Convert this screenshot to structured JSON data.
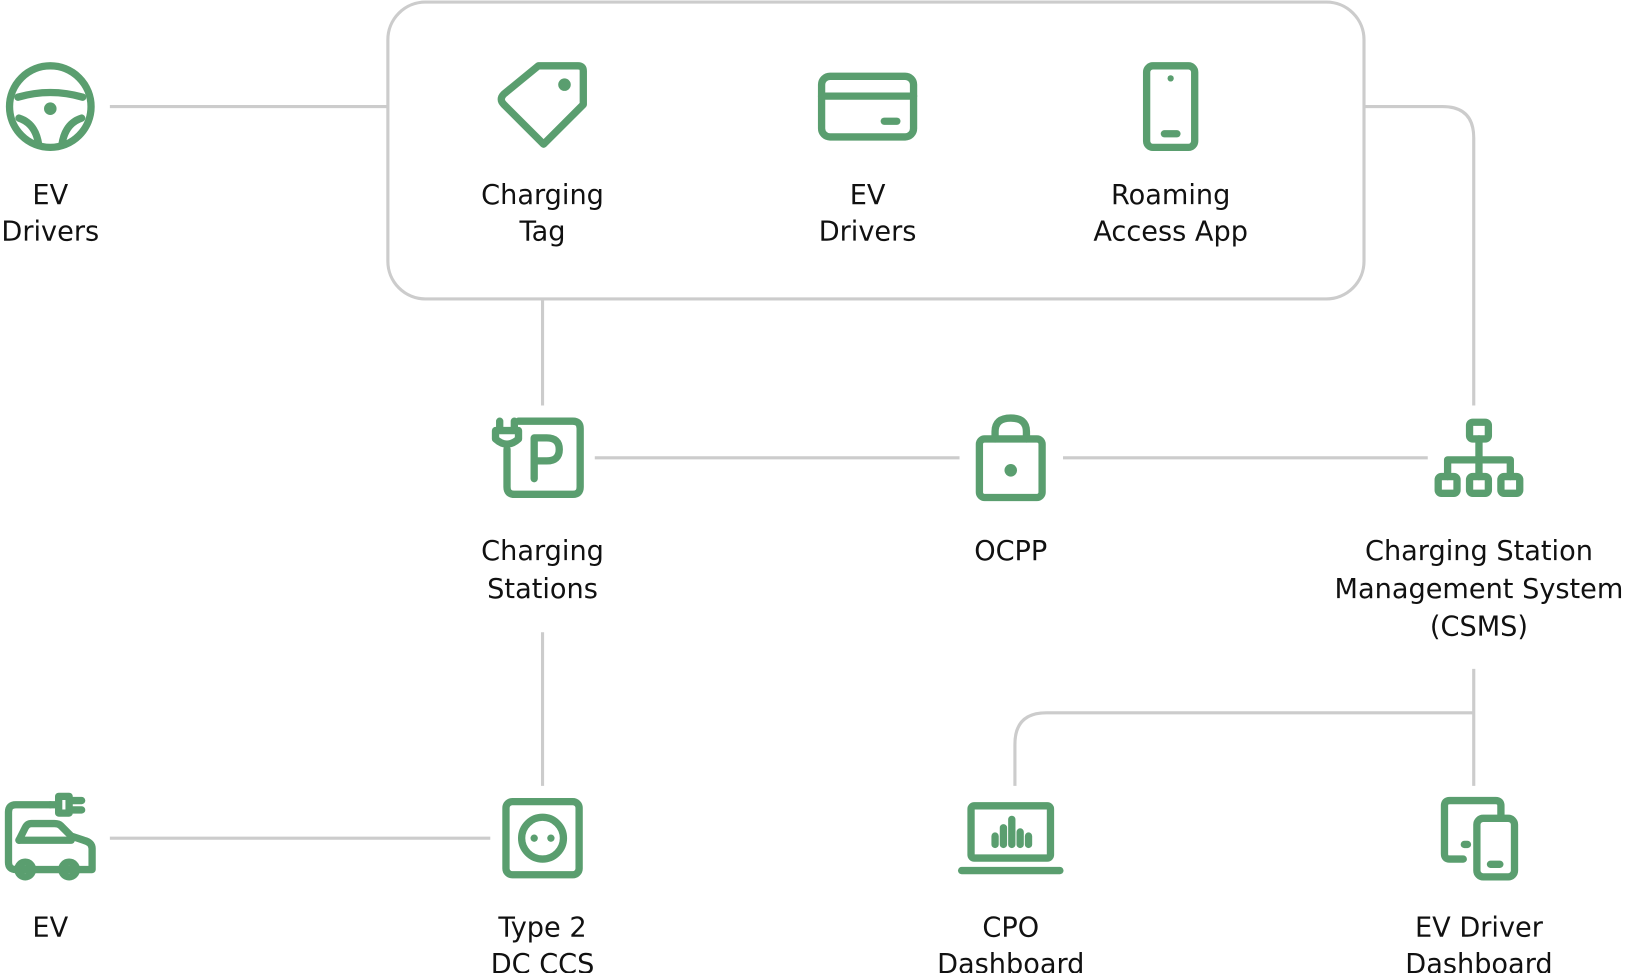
{
  "colors": {
    "accent": "#5a9e6f",
    "connector": "#cccccc",
    "text": "#111111"
  },
  "nodes": {
    "ev_drivers_left": {
      "icon": "steering-wheel-icon",
      "lines": [
        "EV",
        "Drivers"
      ]
    },
    "charging_tag": {
      "icon": "tag-icon",
      "lines": [
        "Charging",
        "Tag"
      ]
    },
    "ev_drivers_card": {
      "icon": "credit-card-icon",
      "lines": [
        "EV",
        "Drivers"
      ]
    },
    "roaming_app": {
      "icon": "smartphone-icon",
      "lines": [
        "Roaming",
        "Access App"
      ]
    },
    "charging_stations": {
      "icon": "charging-station-parking-icon",
      "lines": [
        "Charging",
        "Stations"
      ]
    },
    "ocpp": {
      "icon": "lock-icon",
      "lines": [
        "OCPP"
      ]
    },
    "csms": {
      "icon": "hierarchy-icon",
      "lines": [
        "Charging Station",
        "Management System",
        "(CSMS)"
      ]
    },
    "ev": {
      "icon": "electric-car-icon",
      "lines": [
        "EV"
      ]
    },
    "connector": {
      "icon": "socket-icon",
      "lines": [
        "Type 2",
        "DC CCS"
      ]
    },
    "cpo_dashboard": {
      "icon": "laptop-chart-icon",
      "lines": [
        "CPO",
        "Dashboard"
      ]
    },
    "driver_dashboard": {
      "icon": "devices-icon",
      "lines": [
        "EV Driver",
        "Dashboard"
      ]
    }
  }
}
